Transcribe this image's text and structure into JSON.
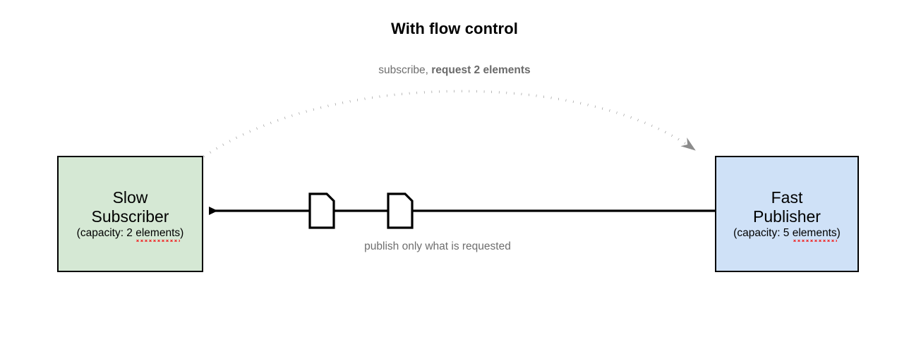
{
  "title": "With flow control",
  "labels": {
    "subscribe_prefix": "subscribe, ",
    "subscribe_request": "request 2 elements",
    "publish": "publish only what is requested"
  },
  "nodes": {
    "subscriber": {
      "title": "Slow\nSubscriber",
      "capacity_prefix": "(capacity: 2 ",
      "capacity_word": "elements",
      "capacity_suffix": ")",
      "fill": "#d5e8d4",
      "stroke": "#000000"
    },
    "publisher": {
      "title": "Fast\nPublisher",
      "capacity_prefix": "(capacity: 5 ",
      "capacity_word": "elements",
      "capacity_suffix": ")",
      "fill": "#cfe1f7",
      "stroke": "#000000"
    }
  },
  "flow": {
    "element_count": 2,
    "element_shape": "document-clipped-corner",
    "data_edge_direction": "publisher-to-subscriber",
    "data_edge_color": "#000000",
    "request_edge_direction": "subscriber-to-publisher",
    "request_edge_color": "#8c8c8c",
    "request_edge_style": "dotted-arc"
  },
  "colors": {
    "background": "#ffffff",
    "label_gray": "#6e6e6e",
    "spellcheck_red": "#ef2b2b"
  }
}
